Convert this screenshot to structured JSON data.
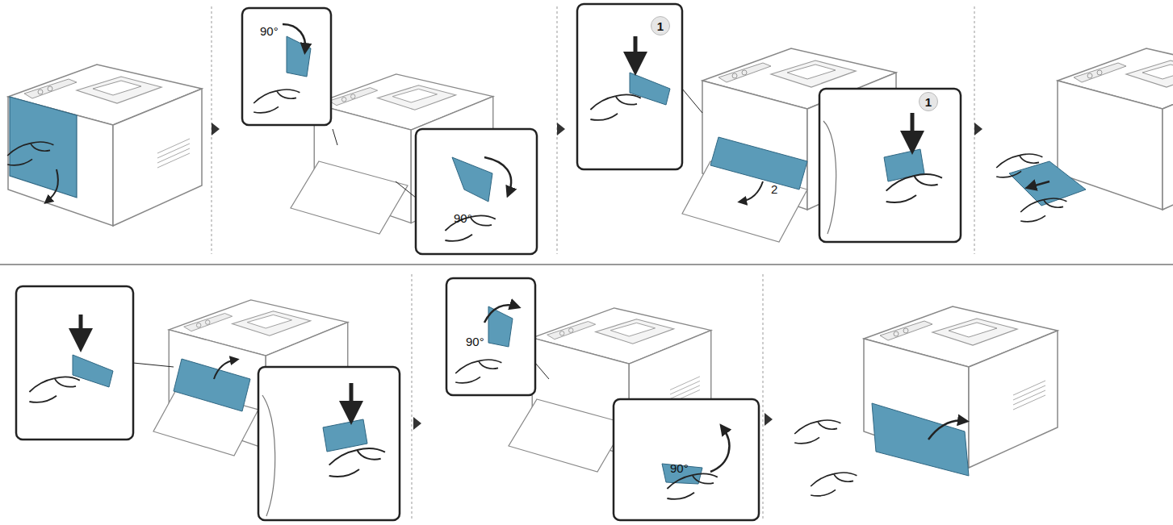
{
  "diagram": {
    "nodes": [
      {
        "text": [
          "1"
        ]
      },
      {
        "text": [
          "1"
        ]
      }
    ],
    "labels": [
      "90°",
      "90°",
      "2",
      "90°",
      "90°"
    ]
  }
}
